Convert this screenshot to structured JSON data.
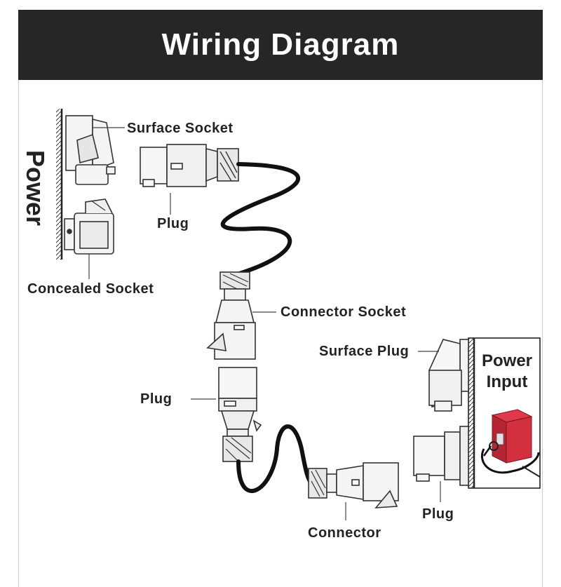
{
  "header": {
    "title": "Wiring Diagram"
  },
  "labels": {
    "power_left": "Power",
    "surface_socket": "Surface Socket",
    "plug_top": "Plug",
    "concealed_socket": "Concealed Socket",
    "connector_socket": "Connector Socket",
    "surface_plug": "Surface Plug",
    "power_input": "Power Input",
    "plug_middle": "Plug",
    "connector": "Connector",
    "plug_bottom_right": "Plug"
  }
}
